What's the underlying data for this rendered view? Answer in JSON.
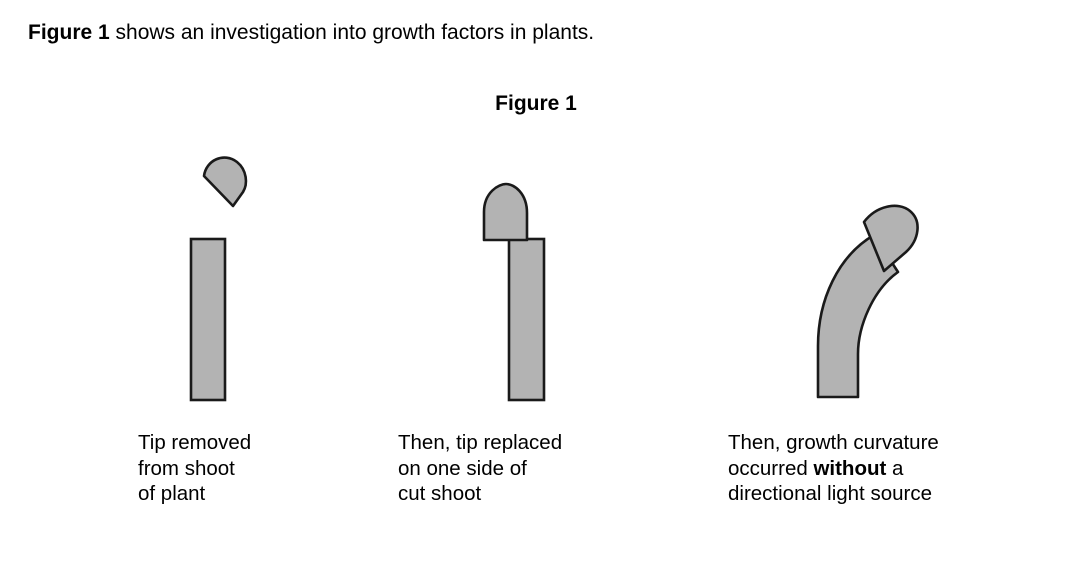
{
  "intro": {
    "bold_prefix": "Figure 1",
    "rest": " shows an investigation into growth factors in plants."
  },
  "figure": {
    "title": "Figure 1"
  },
  "colors": {
    "shape_fill": "#b3b3b3",
    "shape_stroke": "#1a1a1a",
    "background": "#ffffff",
    "text": "#000000"
  },
  "panels": [
    {
      "id": "panel-1",
      "shapes": [
        "detached-tip-shape",
        "straight-stem-shape"
      ],
      "caption_lines": [
        "Tip removed",
        "from shoot",
        "of plant"
      ]
    },
    {
      "id": "panel-2",
      "shapes": [
        "upright-tip-shape",
        "straight-stem-shape"
      ],
      "caption_lines": [
        "Then, tip replaced",
        "on one side of",
        "cut shoot"
      ]
    },
    {
      "id": "panel-3",
      "shapes": [
        "tilted-tip-shape",
        "curved-stem-shape"
      ],
      "caption_line_1": "Then, growth curvature",
      "caption_line_2_a": "occurred ",
      "caption_line_2_bold": "without",
      "caption_line_2_b": " a",
      "caption_line_3": "directional light source"
    }
  ]
}
